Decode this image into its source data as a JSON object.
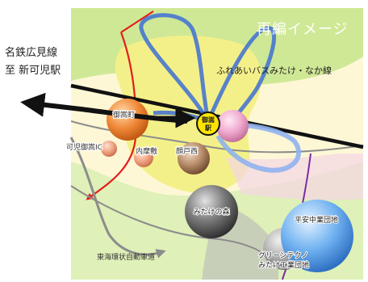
{
  "title": "再編イメージ",
  "left_caption": {
    "line": "名鉄広見線",
    "direction": "至 新可児駅"
  },
  "bus_route": "ふれあいバスみたけ・なか線",
  "station": {
    "line1": "御嵩",
    "line2": "駅"
  },
  "places": {
    "mitake_gate": "御嵩町",
    "kani_mitake": "可児御嵩IC",
    "uchihara": "内摩敷",
    "kunoha": "顔戸西",
    "mitake_forest": "みたけの森",
    "heian_industrial": "平安中業団地",
    "green_techno": "グリーンテクノ",
    "green_techno_sub": "みたけ工業団地",
    "expressway": "東海環状自動車道"
  },
  "colors": {
    "map_land": "#fef7d6",
    "map_green": "#cfe895",
    "map_yellow": "#f4f089",
    "map_gray": "#b9b9b9",
    "map_pink": "#f3d6e4",
    "bus_blue": "#3d6fd4",
    "bus_blue_light": "#8fb2f0",
    "rail_black": "#111111",
    "route_red": "#e31d1d",
    "route_purple": "#7a2aa8",
    "expressway_gray": "#8c8c8c",
    "station_yellow": "#ffe400"
  },
  "icons": {
    "west_arrow": "arrow-left-icon",
    "station_marker": "station-circle-icon"
  }
}
